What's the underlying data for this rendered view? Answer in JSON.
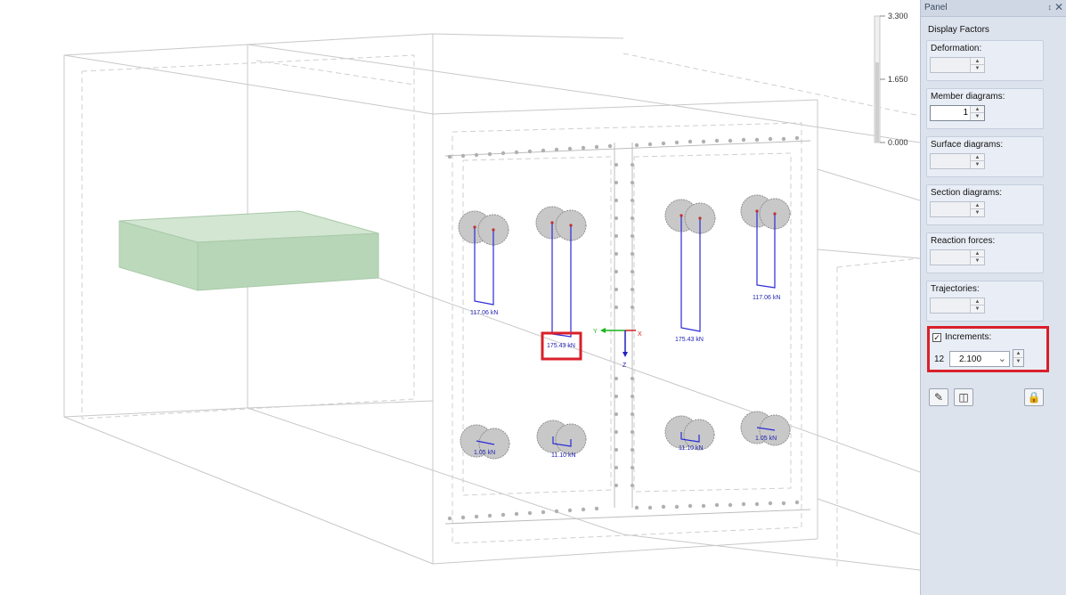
{
  "panel": {
    "title": "Panel",
    "pin_icon": "pin-icon",
    "close_icon": "close-icon",
    "heading": "Display Factors",
    "groups": [
      {
        "label": "Deformation:",
        "value": "",
        "enabled": false
      },
      {
        "label": "Member diagrams:",
        "value": "1",
        "enabled": true
      },
      {
        "label": "Surface diagrams:",
        "value": "",
        "enabled": false
      },
      {
        "label": "Section diagrams:",
        "value": "",
        "enabled": false
      },
      {
        "label": "Reaction forces:",
        "value": "",
        "enabled": false
      },
      {
        "label": "Trajectories:",
        "value": "",
        "enabled": false
      }
    ],
    "increments": {
      "label": "Increments:",
      "checked": true,
      "count": "12",
      "value": "2.100"
    },
    "toolbar": [
      "edit-icon",
      "display-settings-icon",
      "lock-icon"
    ]
  },
  "scale": {
    "max": "3.300",
    "mid": "1.650",
    "min": "0.000"
  },
  "axes": {
    "x": "X",
    "y": "Y",
    "z": "Z"
  },
  "force_labels": {
    "top_left": "117.06 kN",
    "top_center_left": "175.43 kN",
    "top_center_right": "175.43 kN",
    "top_right": "117.06 kN",
    "bottom_left": "1.05 kN",
    "bottom_center_left": "11.10 kN",
    "bottom_center_right": "11.10 kN",
    "bottom_right": "1.05 kN"
  },
  "highlight_color": "#d9202a",
  "model_colors": {
    "block": "#bcd9bc",
    "diagram": "#2b2bd6",
    "bolt": "#a8a8a8"
  }
}
